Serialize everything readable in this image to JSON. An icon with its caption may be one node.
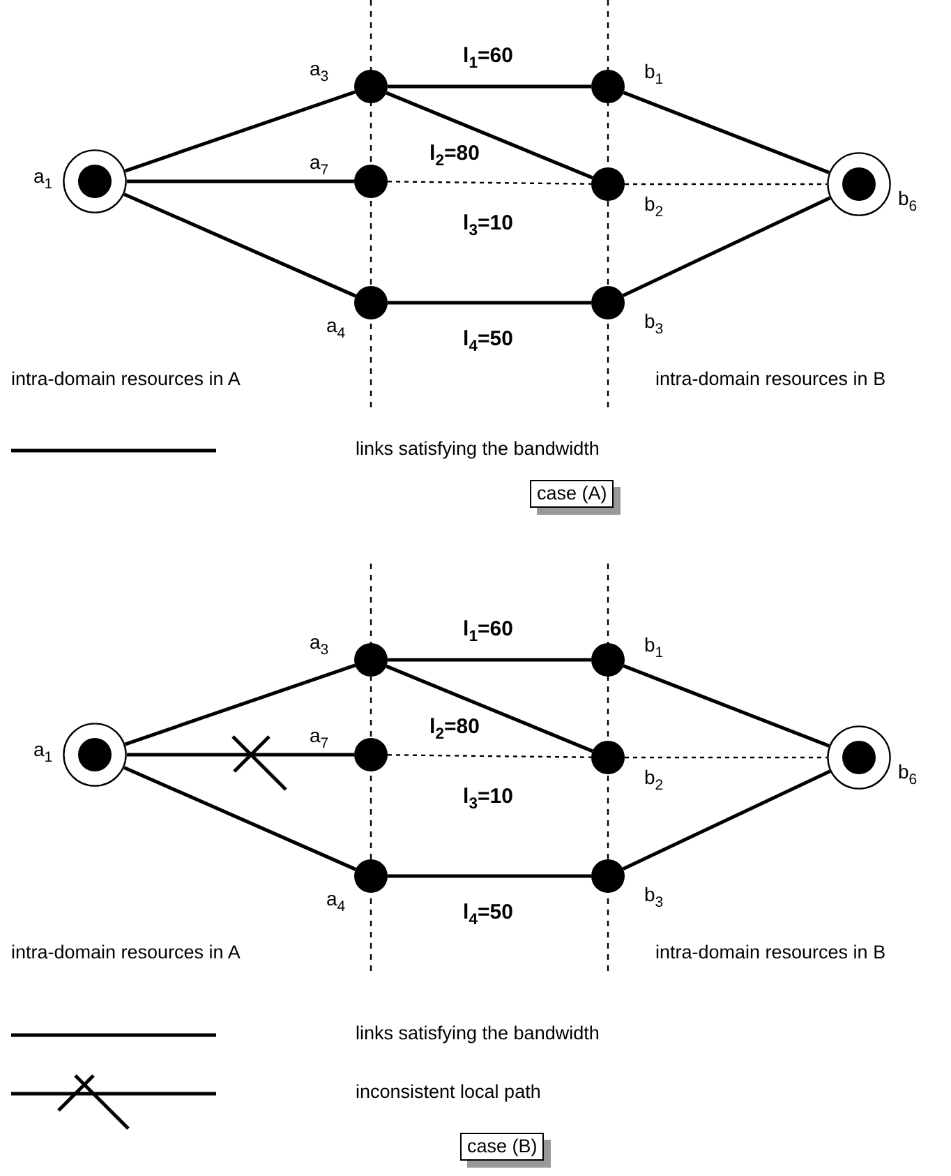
{
  "diagram": {
    "nodes": [
      {
        "text": [],
        "shape": "circle",
        "beside": [
          "a$_{1}$"
        ]
      },
      {
        "text": [],
        "shape": "circle",
        "beside": [
          "a$_{3}$"
        ]
      },
      {
        "text": [],
        "shape": "circle",
        "beside": [
          "a$_{7}$"
        ]
      },
      {
        "text": [],
        "shape": "circle",
        "beside": [
          "a$_{4}$"
        ]
      },
      {
        "text": [],
        "shape": "circle",
        "beside": [
          "b$_{1}$"
        ]
      },
      {
        "text": [],
        "shape": "circle",
        "beside": [
          "b$_{2}$"
        ]
      },
      {
        "text": [],
        "shape": "circle",
        "beside": [
          "b$_{3}$"
        ]
      },
      {
        "text": [],
        "shape": "circle",
        "beside": [
          "b$_{6}$"
        ]
      },
      {
        "text": [
          "case (A)"
        ]
      },
      {
        "text": [],
        "shape": "circle",
        "beside": [
          "a$_{1}$"
        ]
      },
      {
        "text": [],
        "shape": "circle",
        "beside": [
          "a$_{3}$"
        ]
      },
      {
        "text": [],
        "shape": "circle",
        "beside": [
          "a$_{7}$"
        ]
      },
      {
        "text": [],
        "shape": "circle",
        "beside": [
          "a$_{4}$"
        ]
      },
      {
        "text": [],
        "shape": "circle",
        "beside": [
          "b$_{1}$"
        ]
      },
      {
        "text": [],
        "shape": "circle",
        "beside": [
          "b$_{2}$"
        ]
      },
      {
        "text": [],
        "shape": "circle",
        "beside": [
          "b$_{3}$"
        ]
      },
      {
        "text": [],
        "shape": "circle",
        "beside": [
          "b$_{6}$"
        ]
      },
      {
        "text": [
          "case (B)"
        ]
      }
    ],
    "edges": [
      {
        "from": 0,
        "to": 1,
        "arrow": "none"
      },
      {
        "from": 0,
        "to": 2,
        "arrow": "none"
      },
      {
        "from": 0,
        "to": 3,
        "arrow": "none"
      },
      {
        "from": 1,
        "to": 4,
        "arrow": "none",
        "label": "l$_{1}$=60"
      },
      {
        "from": 1,
        "to": 5,
        "arrow": "none",
        "label": "l$_{2}$=80"
      },
      {
        "from": 2,
        "to": 5,
        "arrow": "none",
        "label": "l$_{3}$=10",
        "style": "dashed"
      },
      {
        "from": 3,
        "to": 6,
        "arrow": "none",
        "label": "l$_{4}$=50"
      },
      {
        "from": 4,
        "to": 7,
        "arrow": "none"
      },
      {
        "from": 5,
        "to": 7,
        "arrow": "none",
        "style": "dashed"
      },
      {
        "from": 6,
        "to": 7,
        "arrow": "none"
      },
      {
        "from": 9,
        "to": 10,
        "arrow": "none"
      },
      {
        "from": 9,
        "to": 11,
        "arrow": "none"
      },
      {
        "from": 9,
        "to": 12,
        "arrow": "none"
      },
      {
        "from": 10,
        "to": 13,
        "arrow": "none",
        "label": "l$_{1}$=60"
      },
      {
        "from": 10,
        "to": 14,
        "arrow": "none",
        "label": "l$_{2}$=80"
      },
      {
        "from": 11,
        "to": 14,
        "arrow": "none",
        "label": "l$_{3}$=10",
        "style": "dashed"
      },
      {
        "from": 12,
        "to": 15,
        "arrow": "none",
        "label": "l$_{4}$=50"
      },
      {
        "from": 13,
        "to": 16,
        "arrow": "none"
      },
      {
        "from": 14,
        "to": 16,
        "arrow": "none",
        "style": "dashed"
      },
      {
        "from": 15,
        "to": 16,
        "arrow": "none"
      }
    ],
    "labels": [
      "intra-domain resources in A",
      "intra-domain resources in B",
      "intra-domain resources in A",
      "intra-domain resources in B"
    ],
    "legend": [
      {
        "text": "links satisfying the bandwidth"
      },
      {
        "text": "links satisfying the bandwidth"
      },
      {
        "text": "inconsistent local path"
      }
    ]
  }
}
